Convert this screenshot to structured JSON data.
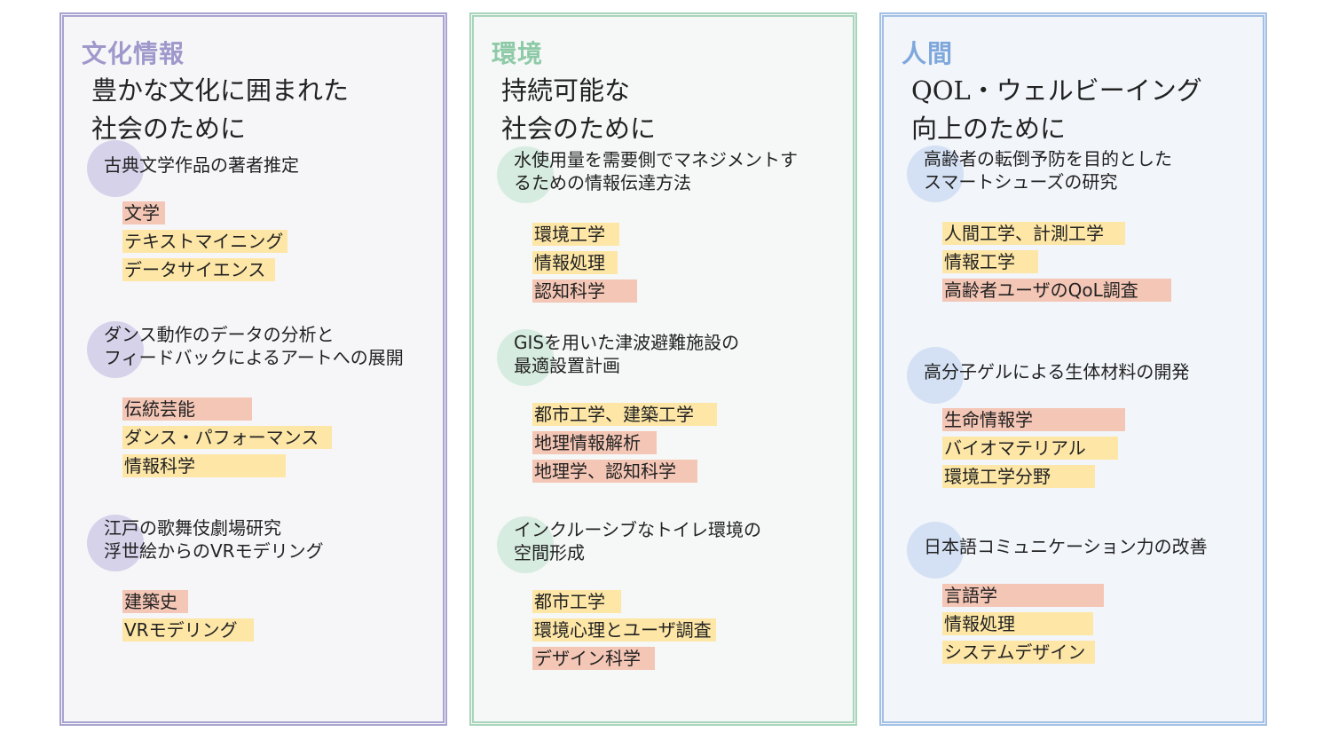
{
  "colors": {
    "tag_primary": "#f4c6b5",
    "tag_secondary": "#fde6a6"
  },
  "panels": [
    {
      "category": "文化情報",
      "subtitle": "豊かな文化に囲まれた\n社会のために",
      "accent": "#9f98cb",
      "circle": "#d5d2ea",
      "items": [
        {
          "title": "古典文学作品の著者推定",
          "tags": [
            {
              "label": "文学",
              "kind": "primary"
            },
            {
              "label": "テキストマイニング",
              "kind": "secondary"
            },
            {
              "label": "データサイエンス",
              "kind": "secondary"
            }
          ]
        },
        {
          "title": "ダンス動作のデータの分析と\nフィードバックによるアートへの展開",
          "tags": [
            {
              "label": "伝統芸能",
              "kind": "primary"
            },
            {
              "label": "ダンス・パフォーマンス",
              "kind": "secondary"
            },
            {
              "label": "情報科学",
              "kind": "secondary"
            }
          ]
        },
        {
          "title": "江戸の歌舞伎劇場研究\n浮世絵からのVRモデリング",
          "tags": [
            {
              "label": "建築史",
              "kind": "primary"
            },
            {
              "label": "VRモデリング",
              "kind": "secondary"
            }
          ]
        }
      ]
    },
    {
      "category": "環境",
      "subtitle": "持続可能な\n社会のために",
      "accent": "#8fcaa8",
      "circle": "#d7ece0",
      "items": [
        {
          "title": "水使用量を需要側でマネジメントす\nるための情報伝達方法",
          "tags": [
            {
              "label": "環境工学",
              "kind": "secondary"
            },
            {
              "label": "情報処理",
              "kind": "secondary"
            },
            {
              "label": "認知科学",
              "kind": "primary"
            }
          ]
        },
        {
          "title": "GISを用いた津波避難施設の\n最適設置計画",
          "tags": [
            {
              "label": "都市工学、建築工学",
              "kind": "secondary"
            },
            {
              "label": "地理情報解析",
              "kind": "primary"
            },
            {
              "label": "地理学、認知科学",
              "kind": "primary"
            }
          ]
        },
        {
          "title": "インクルーシブなトイレ環境の\n空間形成",
          "tags": [
            {
              "label": "都市工学",
              "kind": "secondary"
            },
            {
              "label": "環境心理とユーザ調査",
              "kind": "secondary"
            },
            {
              "label": "デザイン科学",
              "kind": "primary"
            }
          ]
        }
      ]
    },
    {
      "category": "人間",
      "subtitle": "QOL・ウェルビーイング\n向上のために",
      "accent": "#7ea7dc",
      "circle": "#d4e1f4",
      "items": [
        {
          "title": "高齢者の転倒予防を目的とした\nスマートシューズの研究",
          "tags": [
            {
              "label": "人間工学、計測工学",
              "kind": "secondary"
            },
            {
              "label": "情報工学",
              "kind": "secondary"
            },
            {
              "label": "高齢者ユーザのQoL調査",
              "kind": "primary"
            }
          ]
        },
        {
          "title": "高分子ゲルによる生体材料の開発",
          "tags": [
            {
              "label": "生命情報学",
              "kind": "primary"
            },
            {
              "label": "バイオマテリアル",
              "kind": "secondary"
            },
            {
              "label": "環境工学分野",
              "kind": "secondary"
            }
          ]
        },
        {
          "title": "日本語コミュニケーション力の改善",
          "tags": [
            {
              "label": "言語学",
              "kind": "primary"
            },
            {
              "label": "情報処理",
              "kind": "secondary"
            },
            {
              "label": "システムデザイン",
              "kind": "secondary"
            }
          ]
        }
      ]
    }
  ]
}
